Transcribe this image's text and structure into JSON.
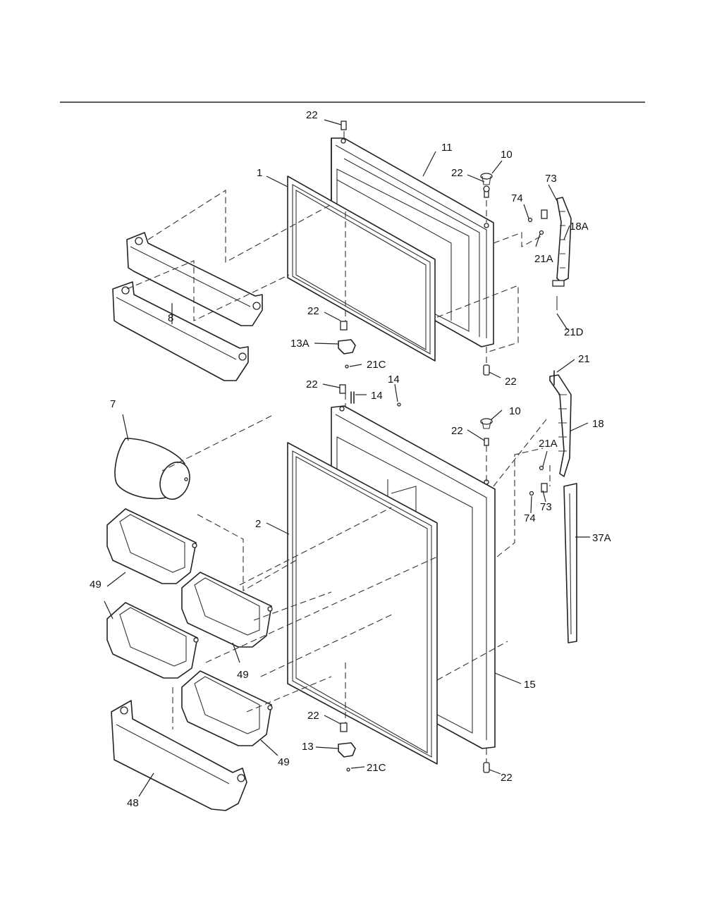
{
  "labels": {
    "top_screw": "22",
    "freezer_door": "11",
    "freezer_gasket": "1",
    "freezer_screw_right": "22",
    "freezer_plug": "10",
    "freezer_hinge_screws": "73",
    "freezer_hinge_pin": "74",
    "freezer_handle": "18A",
    "freezer_handle_screw": "21A",
    "freezer_handle_screw_bottom": "21D",
    "freezer_shelf": "8",
    "freezer_pivot_screw": "22",
    "freezer_hinge": "13A",
    "freezer_hinge_screw": "21C",
    "freezer_bottom_screw": "22",
    "fresh_top_screw": "22",
    "fresh_stop_a": "14",
    "fresh_stop_b": "14",
    "handle_screw": "21",
    "fresh_plug": "10",
    "fresh_screw_right": "22",
    "fresh_handle": "18",
    "butter_bin": "7",
    "fresh_gasket": "2",
    "fresh_handle_screw": "21A",
    "fresh_hinge_screws": "73",
    "fresh_hinge_pin": "74",
    "trim": "37A",
    "door_bin_upper": "49",
    "door_bin_left": "49",
    "door_bin_mid": "49",
    "fresh_door": "15",
    "fresh_pivot_screw": "22",
    "fresh_hinge": "13",
    "door_bin_lower": "49",
    "fresh_hinge_screw": "21C",
    "fresh_bottom_screw": "22",
    "dairy_shelf": "48"
  }
}
